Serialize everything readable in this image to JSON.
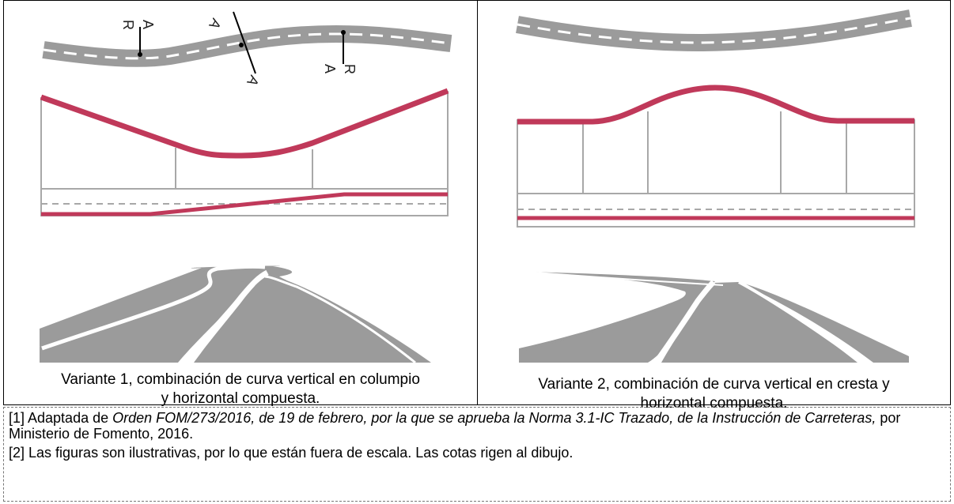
{
  "captions": {
    "left_line1": "Variante 1, combinación de curva vertical en columpio",
    "left_line2": "y horizontal compuesta.",
    "right_line1": "Variante 2, combinación de curva vertical en cresta y",
    "right_line2": "horizontal compuesta."
  },
  "labels": {
    "a": "A",
    "r": "R"
  },
  "notes": {
    "note1_prefix": "[1] Adaptada de ",
    "note1_italic": "Orden FOM/273/2016, de 19 de febrero, por la que se aprueba la Norma 3.1-IC Trazado, de la Instrucción de Carreteras,",
    "note1_suffix": " por Ministerio de Fomento, 2016.",
    "note2": "[2] Las figuras son ilustrativas, por lo que están fuera de escala. Las cotas rigen al dibujo."
  },
  "colors": {
    "road": "#9b9b9b",
    "profile": "#c0395a",
    "line": "#a8a8a8"
  }
}
